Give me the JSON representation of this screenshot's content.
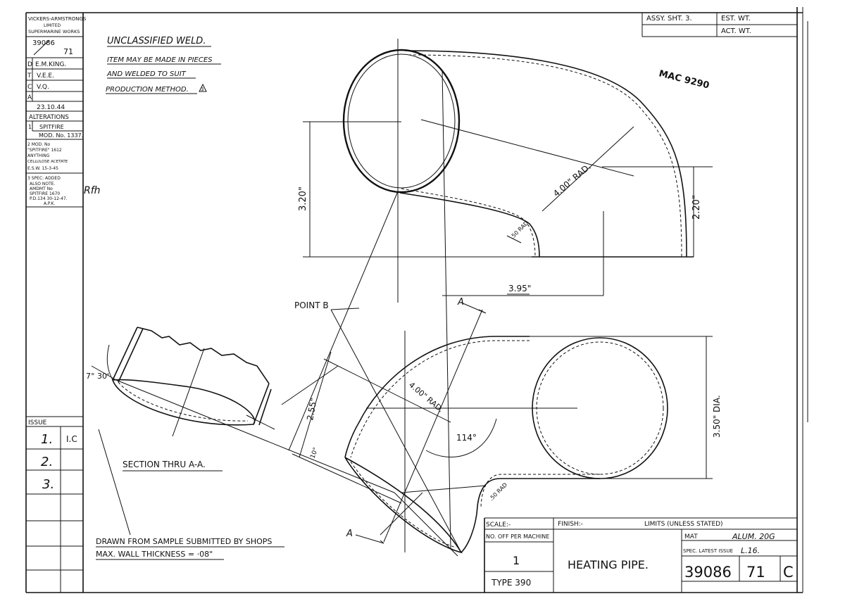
{
  "side_box": {
    "company": [
      "VICKERS-ARMSTRONGS",
      "LIMITED",
      "SUPERMARINE WORKS"
    ],
    "drawing_no_top": "39086",
    "drawing_no_bottom": "71",
    "rows": [
      {
        "key": "D",
        "val": "E.M.KING."
      },
      {
        "key": "T",
        "val": "V.E.E."
      },
      {
        "key": "C",
        "val": "V.Q."
      },
      {
        "key": "A",
        "val": ""
      }
    ],
    "date": "23.10.44",
    "alterations_title": "ALTERATIONS",
    "alt1_no": "1",
    "alt1_lines": [
      "SPITFIRE",
      "MOD. No. 1337."
    ],
    "alt2_lines": [
      "2 MOD. No",
      "\"SPITFIRE\" 1612",
      "ANYTHING",
      "CELLULOSE ACETATE",
      "E.S.W. 15-3-45"
    ],
    "alt3_lines": [
      "3 SPEC: ADDED",
      "ALSO NOTE.",
      "AMDMT No",
      "SPITFIRE 1670",
      "P.D.134 30-12-47.",
      "A.P.K."
    ],
    "initials": "Rfh",
    "issue_title": "ISSUE",
    "issues": [
      {
        "no": "1.",
        "by": "I.C"
      },
      {
        "no": "2.",
        "by": ""
      },
      {
        "no": "3.",
        "by": ""
      }
    ]
  },
  "top_box": {
    "assy": "ASSY. SHT. 3.",
    "est_wt": "EST. WT.",
    "act_wt": "ACT. WT."
  },
  "stamp": "MAC 9290",
  "notes": {
    "title": "UNCLASSIFIED WELD.",
    "lines": [
      "ITEM MAY BE MADE IN PIECES",
      "AND WELDED TO SUIT",
      "PRODUCTION METHOD."
    ],
    "note_ref": "3"
  },
  "dimensions": {
    "rad_top": "4.00\" RAD.",
    "height_left": "3.20\"",
    "height_right": "2.20\"",
    "small_rad_top": ".50 RAD",
    "width_mid": "3.95\"",
    "section_mark_top": "A",
    "section_mark_bottom": "A",
    "point_b": "POINT B",
    "angle_section": "7° 30'",
    "rad_bottom": "4.00\" RAD.",
    "height_bottom": "2.55\"",
    "angle_small": "10°",
    "angle_large": "114°",
    "dia": "3.50\" DIA.",
    "small_rad_bottom": ".50 RAD"
  },
  "section_label": "SECTION THRU A-A.",
  "footer_notes": [
    "DRAWN FROM SAMPLE SUBMITTED BY SHOPS",
    "MAX. WALL THICKNESS = ·08\""
  ],
  "title_block": {
    "scale_label": "SCALE:-",
    "finish_label": "FINISH:-",
    "limits_label": "LIMITS (UNLESS STATED)",
    "no_off_label": "NO. OFF PER MACHINE",
    "no_off_value": "1",
    "type_label": "TYPE 390",
    "title": "HEATING PIPE.",
    "mat_label": "MAT",
    "mat_value": "ALUM. 20G",
    "spec_label": "SPEC. LATEST ISSUE",
    "spec_value": "L.16.",
    "drawing_no": "39086",
    "sheet_no": "71",
    "issue_letter": "C"
  }
}
